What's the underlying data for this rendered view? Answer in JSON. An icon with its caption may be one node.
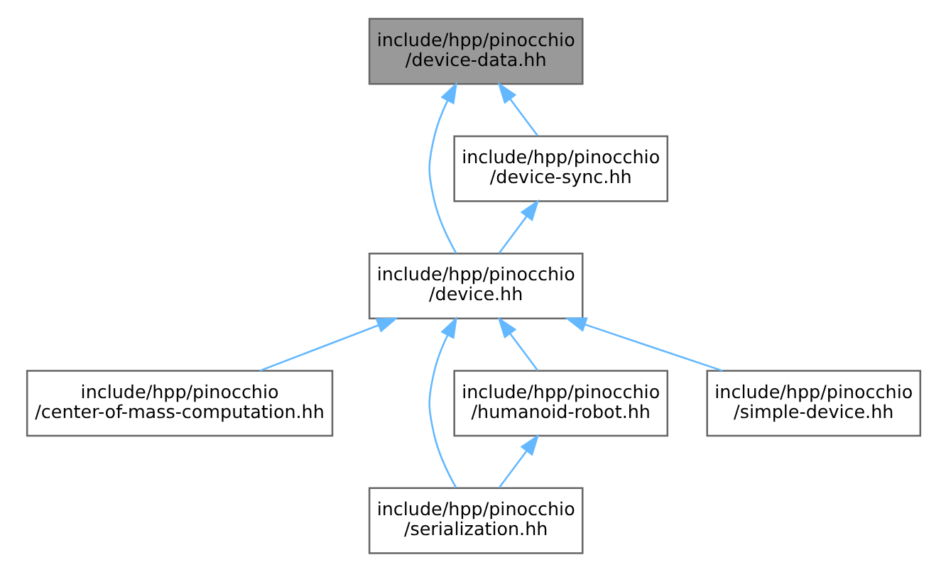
{
  "diagram": {
    "nodes": [
      {
        "text": [
          "include/hpp/pinocchio /device-data.hh"
        ]
      },
      {
        "text": [
          "include/hpp/pinocchio /device-sync.hh"
        ]
      },
      {
        "text": [
          "include/hpp/pinocchio /device.hh"
        ]
      },
      {
        "text": [
          "include/hpp/pinocchio /center-of-mass-computation.hh"
        ]
      },
      {
        "text": [
          "include/hpp/pinocchio /humanoid-robot.hh"
        ]
      },
      {
        "text": [
          "include/hpp/pinocchio /simple-device.hh"
        ]
      },
      {
        "text": [
          "include/hpp/pinocchio /serialization.hh"
        ]
      }
    ],
    "edges": [
      {
        "from": 1,
        "to": 0,
        "arrow": "to"
      },
      {
        "from": 2,
        "to": 0,
        "arrow": "to"
      },
      {
        "from": 2,
        "to": 1,
        "arrow": "to"
      },
      {
        "from": 3,
        "to": 2,
        "arrow": "to"
      },
      {
        "from": 4,
        "to": 2,
        "arrow": "to"
      },
      {
        "from": 6,
        "to": 2,
        "arrow": "to"
      },
      {
        "from": 5,
        "to": 2,
        "arrow": "to"
      },
      {
        "from": 6,
        "to": 4,
        "arrow": "to"
      }
    ]
  }
}
